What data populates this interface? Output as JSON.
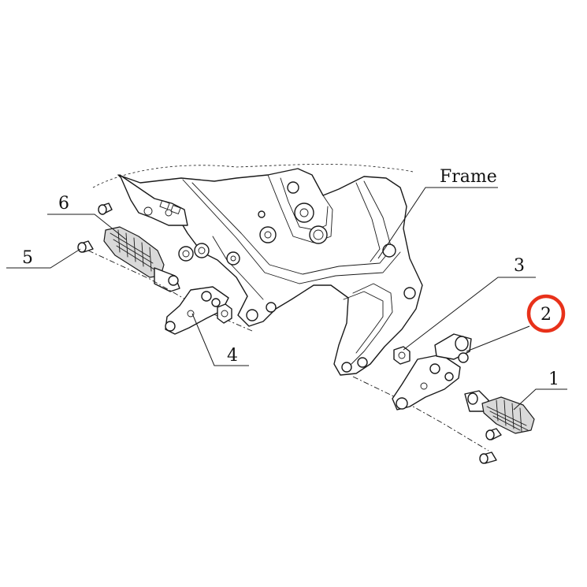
{
  "callouts": {
    "frame": "Frame",
    "part_1": "1",
    "part_2": "2",
    "part_3": "3",
    "part_4": "4",
    "part_5": "5",
    "part_6": "6"
  },
  "highlight_color": "#e8311a"
}
